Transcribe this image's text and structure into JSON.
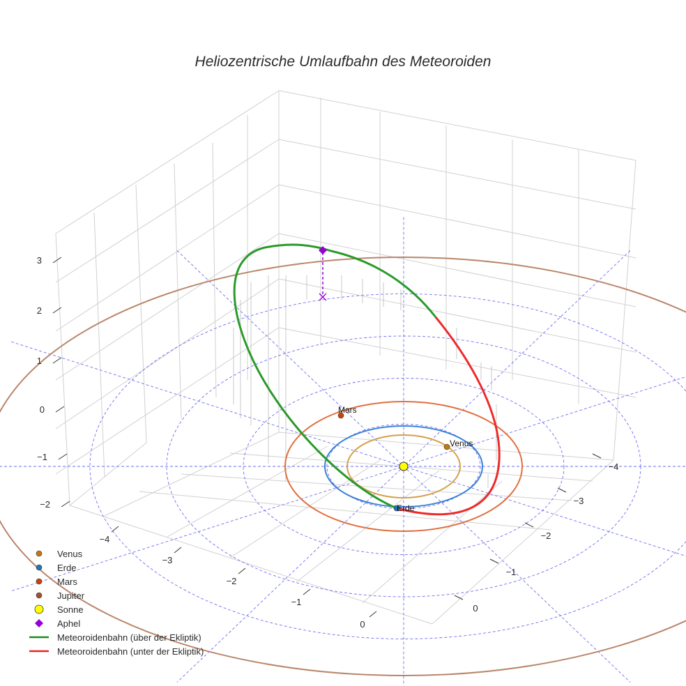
{
  "chart_data": {
    "type": "scatter3d",
    "title": "Heliozentrische Umlaufbahn des Meteoroiden",
    "axes": {
      "x_ticks": [
        "−4",
        "−3",
        "−2",
        "−1",
        "0"
      ],
      "y_ticks": [
        "−4",
        "−3",
        "−2",
        "−1",
        "0"
      ],
      "z_ticks": [
        "3",
        "2",
        "1",
        "0",
        "−1",
        "−2"
      ]
    },
    "planets": [
      {
        "name": "Venus",
        "orbit_radius_au": 0.72,
        "color": "#c07a10",
        "orbit_color": "#d4a04a",
        "label": "Venus"
      },
      {
        "name": "Erde",
        "orbit_radius_au": 1.0,
        "color": "#1f77b4",
        "orbit_color": "#3a82d6",
        "label": "Erde"
      },
      {
        "name": "Mars",
        "orbit_radius_au": 1.52,
        "color": "#c8440c",
        "orbit_color": "#e07040",
        "label": "Mars"
      },
      {
        "name": "Jupiter",
        "orbit_radius_au": 5.2,
        "color": "#a0522d",
        "orbit_color": "#b9856a"
      }
    ],
    "sun": {
      "name": "Sonne",
      "color": "#ffff00"
    },
    "aphel": {
      "name": "Aphel",
      "color": "#9400d3"
    },
    "orbit_segments": [
      {
        "name": "Meteoroidenbahn (über der Ekliptik)",
        "color": "#2a9a2a"
      },
      {
        "name": "Meteoroidenbahn (unter der Ekliptik)",
        "color": "#ee2a2a"
      }
    ],
    "legend": {
      "position": "bottom-left",
      "items": [
        {
          "label": "Venus",
          "symbol": "dot",
          "color": "#c07a10"
        },
        {
          "label": "Erde",
          "symbol": "dot",
          "color": "#1f77b4"
        },
        {
          "label": "Mars",
          "symbol": "dot",
          "color": "#c8440c"
        },
        {
          "label": "Jupiter",
          "symbol": "dot",
          "color": "#a0522d"
        },
        {
          "label": "Sonne",
          "symbol": "bigdot",
          "color": "#ffff00"
        },
        {
          "label": "Aphel",
          "symbol": "diamond",
          "color": "#9400d3"
        },
        {
          "label": "Meteoroidenbahn (über der Ekliptik)",
          "symbol": "line",
          "color": "#1a8a1a"
        },
        {
          "label": "Meteoroidenbahn (unter der Ekliptik)",
          "symbol": "line",
          "color": "#ee2222"
        }
      ]
    }
  }
}
